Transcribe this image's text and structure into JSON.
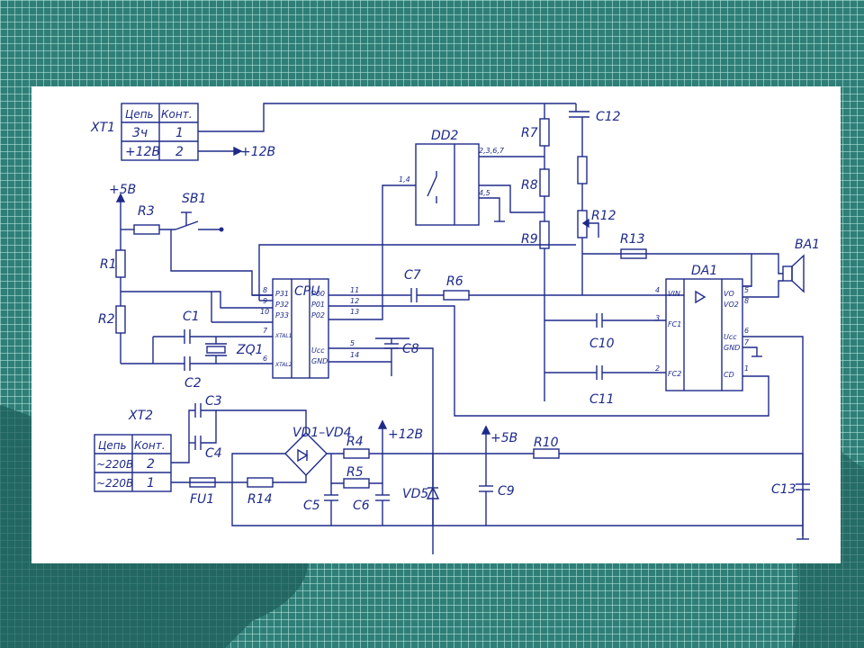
{
  "xt1": {
    "ref": "XT1",
    "header": [
      "Цепь",
      "Конт."
    ],
    "rows": [
      [
        "3ч",
        "1"
      ],
      [
        "+12В",
        "2"
      ]
    ],
    "out_label": "+12В"
  },
  "xt2": {
    "ref": "XT2",
    "header": [
      "Цепь",
      "Конт."
    ],
    "rows": [
      [
        "~220В",
        "2"
      ],
      [
        "~220В",
        "1"
      ]
    ]
  },
  "cpu": {
    "ref": "CPU",
    "left_pins": [
      {
        "num": "8",
        "name": "P31"
      },
      {
        "num": "9",
        "name": "P32"
      },
      {
        "num": "10",
        "name": "P33"
      },
      {
        "num": "7",
        "name": "XTAL1"
      },
      {
        "num": "6",
        "name": "XTAL2"
      }
    ],
    "right_pins": [
      {
        "num": "11",
        "name": "P00"
      },
      {
        "num": "12",
        "name": "P01"
      },
      {
        "num": "13",
        "name": "P02"
      },
      {
        "num": "5",
        "name": "Ucc"
      },
      {
        "num": "14",
        "name": "GND"
      }
    ]
  },
  "dd2": {
    "ref": "DD2",
    "pin_left": "1,4",
    "pin_right_top": "2,3,6,7",
    "pin_right_mid": "4,5"
  },
  "da1": {
    "ref": "DA1",
    "left_pins": [
      {
        "num": "4",
        "name": "VIN"
      },
      {
        "num": "3",
        "name": "FC1"
      },
      {
        "num": "2",
        "name": "FC2"
      }
    ],
    "right_pins": [
      {
        "num": "5",
        "name": "VO"
      },
      {
        "num": "8",
        "name": "VO2"
      },
      {
        "num": "6",
        "name": "Ucc"
      },
      {
        "num": "7",
        "name": "GND"
      },
      {
        "num": "1",
        "name": "CD"
      }
    ]
  },
  "components": {
    "R1": "R1",
    "R2": "R2",
    "R3": "R3",
    "R4": "R4",
    "R5": "R5",
    "R6": "R6",
    "R7": "R7",
    "R8": "R8",
    "R9": "R9",
    "R10": "R10",
    "R12": "R12",
    "R13": "R13",
    "R14": "R14",
    "C1": "C1",
    "C2": "C2",
    "C3": "C3",
    "C4": "C4",
    "C5": "C5",
    "C6": "C6",
    "C7": "C7",
    "C8": "C8",
    "C9": "C9",
    "C10": "C10",
    "C11": "C11",
    "C12": "C12",
    "C13": "C13",
    "SB1": "SB1",
    "ZQ1": "ZQ1",
    "BA1": "BA1",
    "FU1": "FU1",
    "VD5": "VD5",
    "VD1_VD4": "VD1–VD4"
  },
  "supplies": {
    "plus5": "+5В",
    "plus12": "+12В"
  }
}
